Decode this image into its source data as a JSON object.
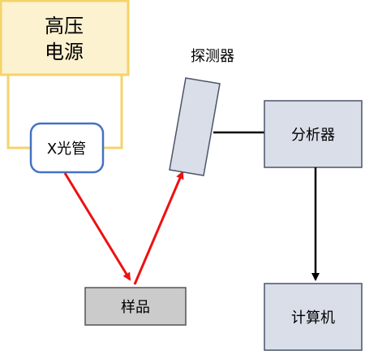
{
  "nodes": {
    "hv_power": {
      "line1": "高压",
      "line2": "电源"
    },
    "xray_tube": {
      "label": "X光管"
    },
    "detector": {
      "label": "探测器"
    },
    "analyzer": {
      "label": "分析器"
    },
    "sample": {
      "label": "样品"
    },
    "computer": {
      "label": "计算机"
    }
  },
  "colors": {
    "hv_fill": "#fdf2d0",
    "hv_stroke": "#f4d36a",
    "wire": "#f4d36a",
    "tube_stroke": "#4472c4",
    "box_fill": "#d9dee9",
    "box_stroke": "#4a5568",
    "sample_fill": "#cbcbcb",
    "ray": "#ee1111",
    "connector": "#000000"
  }
}
